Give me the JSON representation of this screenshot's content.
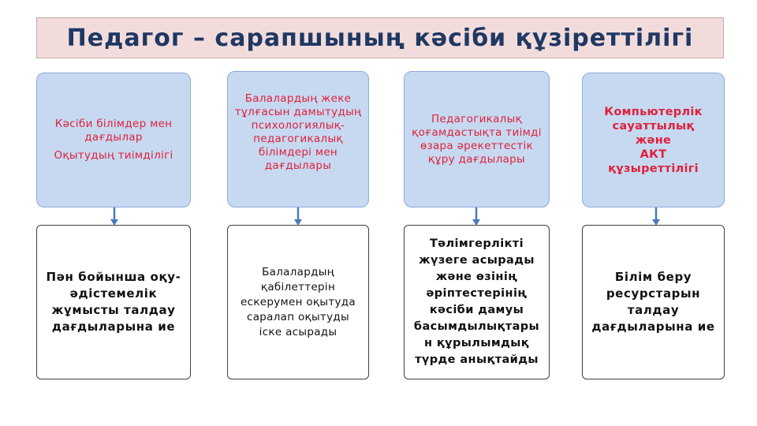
{
  "title": "Педагог – сарапшының кәсіби құзіреттілігі",
  "colors": {
    "title_bg": "#f2dcdb",
    "title_text": "#1f3864",
    "top_box_bg": "#c6d9f1",
    "top_box_text": "#e0203a",
    "arrow": "#4a7ab8"
  },
  "columns": [
    {
      "top": {
        "lines": [
          "Кәсіби білімдер мен дағдылар",
          "Оқытудың тиімділігі"
        ]
      },
      "bottom": {
        "text": "Пән бойынша оқу-\nәдістемелік\nжұмысты талдау\nдағдыларына ие"
      }
    },
    {
      "top": {
        "lines": [
          "Балалардың жеке тұлғасын дамытудың психологиялық-педагогикалық білімдері мен дағдылары"
        ]
      },
      "bottom": {
        "text": "Балалардың\nқабілеттерін\nескерумен оқытуда\nсаралап оқытуды\nіске асырады"
      }
    },
    {
      "top": {
        "lines": [
          "Педагогикалық қоғамдастықта тиімді өзара әрекеттестік құру дағдылары"
        ]
      },
      "bottom": {
        "text": "Тәлімгерлікті\nжүзеге асырады\nжәне өзінің\nәріптестерінің\nкәсіби дамуы\nбасымдылықтары\nн құрылымдық\nтүрде анықтайды"
      }
    },
    {
      "top": {
        "lines": [
          "Компьютерлік сауаттылық",
          "және",
          "АКТ",
          "құзыреттілігі"
        ]
      },
      "bottom": {
        "text": "Білім беру\nресурстарын\nталдау\nдағдыларына ие"
      }
    }
  ]
}
